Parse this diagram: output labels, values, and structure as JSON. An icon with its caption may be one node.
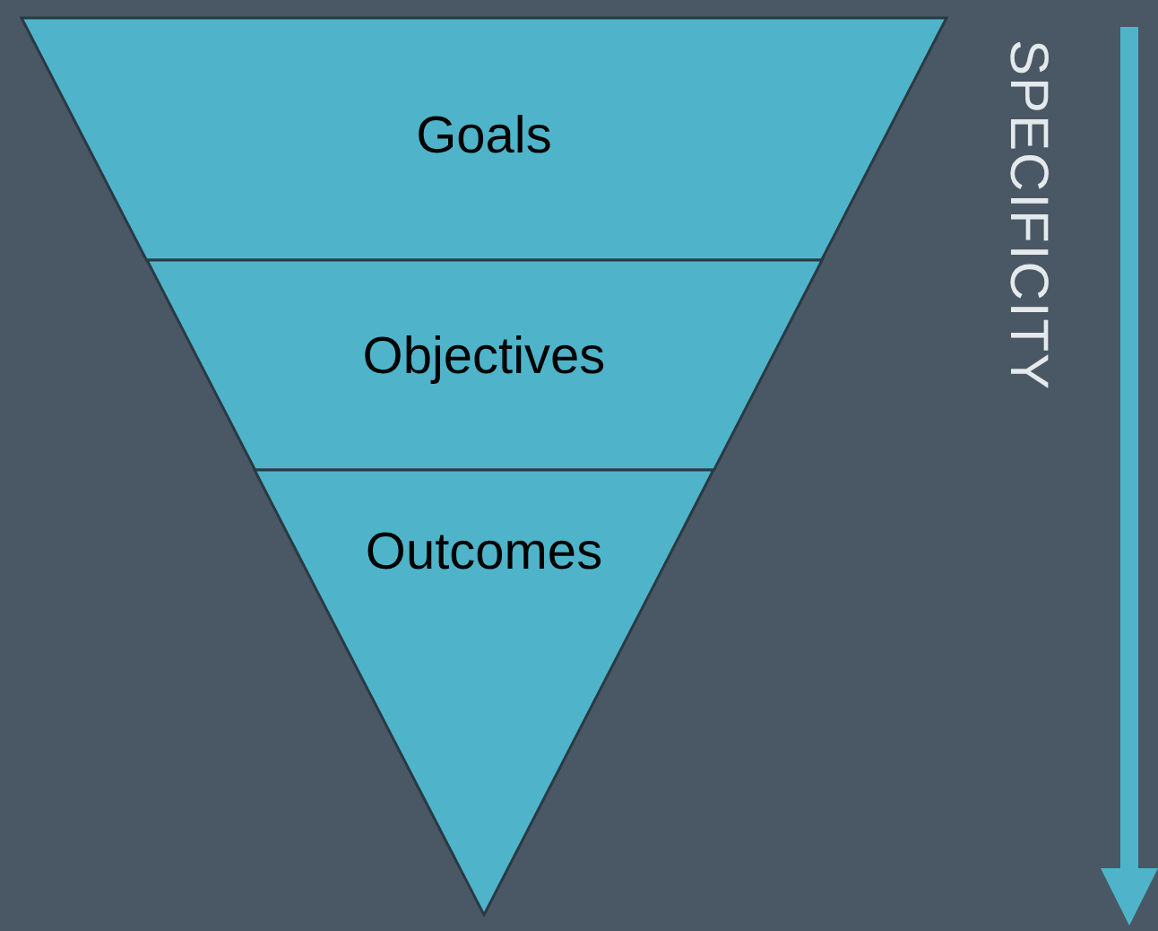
{
  "diagram": {
    "nodes": [
      {
        "text": [
          "Goals"
        ]
      },
      {
        "text": [
          "Objectives"
        ]
      },
      {
        "text": [
          "Outcomes"
        ]
      }
    ],
    "labels": [
      "SPECIFICITY"
    ]
  }
}
